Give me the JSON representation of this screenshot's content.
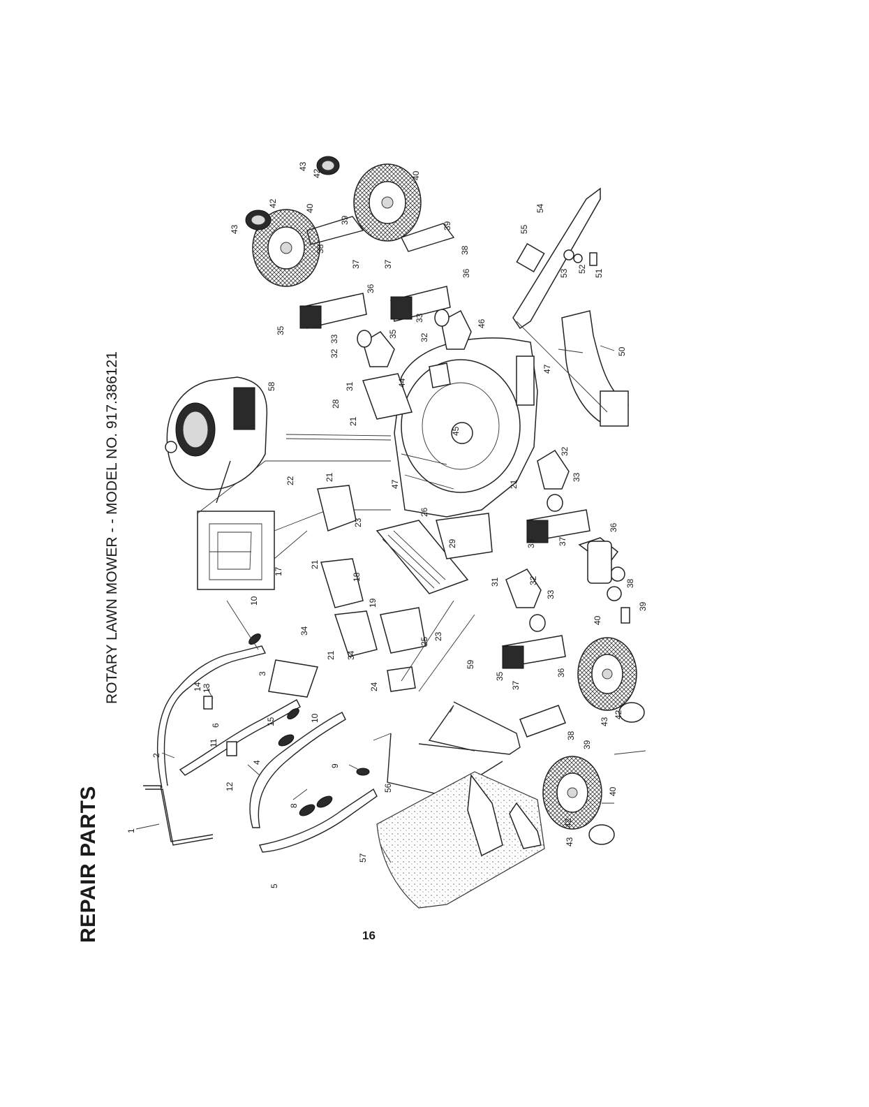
{
  "header": {
    "section_title": "REPAIR PARTS",
    "subtitle": "ROTARY LAWN MOWER - - MODEL NO. 917.386121"
  },
  "footer": {
    "page_number": "16"
  },
  "callouts": [
    "1",
    "2",
    "3",
    "4",
    "5",
    "6",
    "8",
    "9",
    "10",
    "10",
    "11",
    "12",
    "13",
    "14",
    "15",
    "17",
    "18",
    "19",
    "21",
    "21",
    "21",
    "21",
    "21",
    "22",
    "23",
    "23",
    "24",
    "25",
    "26",
    "28",
    "29",
    "31",
    "31",
    "32",
    "32",
    "32",
    "32",
    "33",
    "33",
    "33",
    "33",
    "34",
    "34",
    "35",
    "35",
    "35",
    "35",
    "36",
    "36",
    "36",
    "36",
    "37",
    "37",
    "37",
    "37",
    "38",
    "38",
    "38",
    "38",
    "39",
    "39",
    "39",
    "39",
    "40",
    "40",
    "40",
    "40",
    "42",
    "42",
    "42",
    "42",
    "43",
    "43",
    "43",
    "43",
    "44",
    "45",
    "46",
    "47",
    "47",
    "50",
    "51",
    "52",
    "53",
    "54",
    "55",
    "56",
    "57",
    "58",
    "59"
  ]
}
